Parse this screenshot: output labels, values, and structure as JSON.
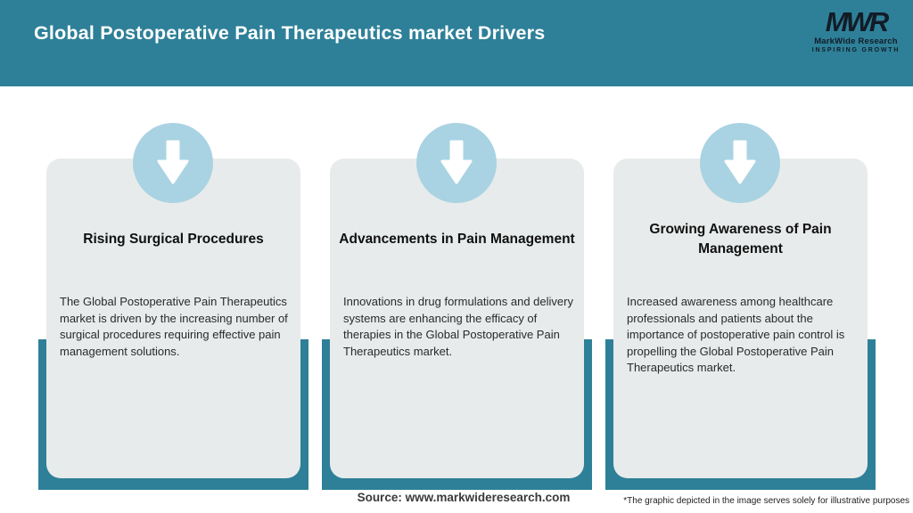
{
  "header": {
    "title": "Global Postoperative Pain Therapeutics market Drivers",
    "logo": {
      "acronym": "MWR",
      "name": "MarkWide Research",
      "tagline": "INSPIRING GROWTH"
    }
  },
  "cards": [
    {
      "title": "Rising Surgical Procedures",
      "body": "The Global Postoperative Pain Therapeutics market is driven by the increasing number of surgical procedures requiring effective pain management solutions."
    },
    {
      "title": "Advancements in Pain Management",
      "body": "Innovations in drug formulations and delivery systems are enhancing the efficacy of therapies in the Global Postoperative Pain Therapeutics market."
    },
    {
      "title": "Growing Awareness of Pain Management",
      "body": "Increased awareness among healthcare professionals and patients about the importance of postoperative pain control is propelling the Global Postoperative Pain Therapeutics market."
    }
  ],
  "footer": {
    "source": "Source: www.markwideresearch.com",
    "disclaimer": "*The graphic depicted in the image serves solely for illustrative purposes"
  },
  "colors": {
    "teal": "#2E8098",
    "circle_blue": "#A9D3E2",
    "card_bg": "#E8EBEB",
    "logo_dark": "#121C27",
    "title_white": "#FFFFFF"
  },
  "icons": {
    "card_icon": "down-arrow-icon"
  }
}
